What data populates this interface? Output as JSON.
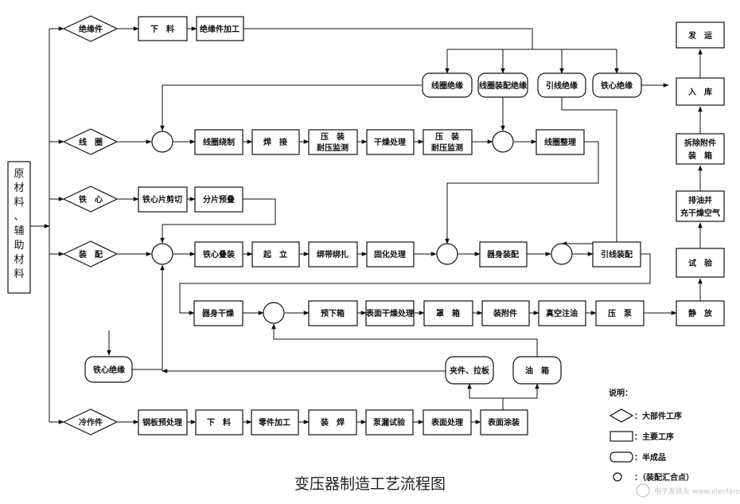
{
  "raw_material": "原材料、辅助材料",
  "rows": {
    "insulation": {
      "start": "绝缘件",
      "steps": [
        "下　料",
        "绝缘件加工"
      ]
    },
    "coil": {
      "start": "线　圈",
      "steps": [
        "线圈绕制",
        "焊　接",
        "压　装 耐压监测",
        "干燥处理",
        "压　装 耐压监测",
        "线圈整理"
      ]
    },
    "core": {
      "start": "铁　心",
      "steps": [
        "铁心片剪切",
        "分片预叠"
      ]
    },
    "assembly": {
      "start": "装　配",
      "steps": [
        "铁心叠装",
        "起　立",
        "绑带绑扎",
        "固化处理",
        "器身装配",
        "引线装配"
      ]
    },
    "body": {
      "steps": [
        "器身干燥",
        "预下箱",
        "表面干燥处理",
        "罩　箱",
        "装附件",
        "真空注油",
        "压　泵",
        "静　放"
      ]
    },
    "cold": {
      "start": "冷作件",
      "steps": [
        "钢板预处理",
        "下　料",
        "零件加工",
        "装　焊",
        "泵漏试验",
        "表面处理",
        "表面涂装"
      ]
    }
  },
  "semi": [
    "线圈绝缘",
    "线圈装配绝缘",
    "引线绝缘",
    "铁心绝缘",
    "铁心绝缘",
    "夹件、拉板",
    "油　箱"
  ],
  "right_column": [
    "发　运",
    "入　库",
    "拆除附件 装　箱",
    "排油并 充干燥空气",
    "试　验"
  ],
  "legend": {
    "title": "说明：",
    "items": [
      {
        "shape": "diamond",
        "text": "：大部件工序"
      },
      {
        "shape": "rect",
        "text": "：主要工序"
      },
      {
        "shape": "rounded",
        "text": "：半成品"
      },
      {
        "shape": "circle",
        "text": "：（装配汇合点）"
      }
    ]
  },
  "caption": "变压器制造工艺流程图",
  "watermark": "电子发烧友 www.elecfans.com"
}
